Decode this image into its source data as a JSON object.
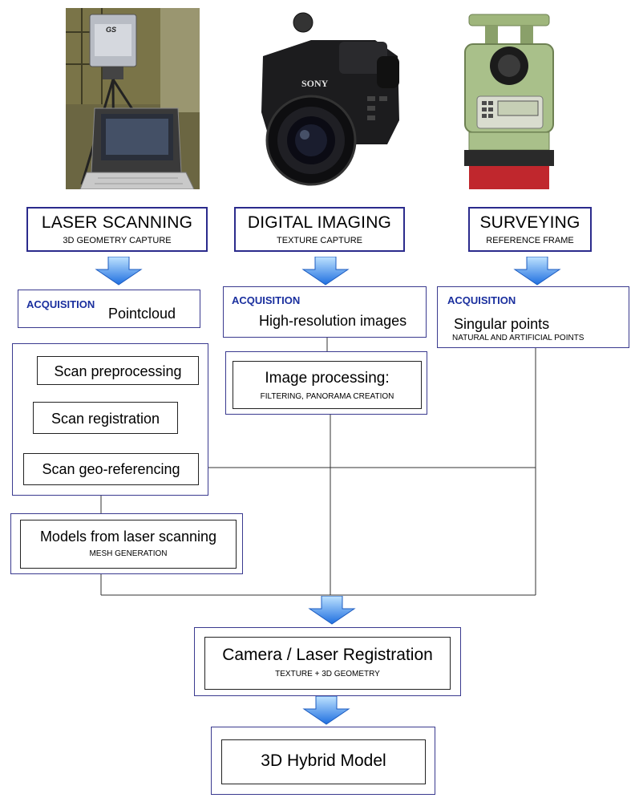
{
  "columns": {
    "laser": {
      "title": "LASER SCANNING",
      "subtitle": "3D GEOMETRY CAPTURE",
      "acquisition_label": "ACQUISITION",
      "acquisition_value": "Pointcloud",
      "steps": [
        "Scan preprocessing",
        "Scan registration",
        "Scan geo-referencing"
      ],
      "model_title": "Models from laser scanning",
      "model_sub": "MESH GENERATION"
    },
    "imaging": {
      "title": "DIGITAL IMAGING",
      "subtitle": "TEXTURE CAPTURE",
      "acquisition_label": "ACQUISITION",
      "acquisition_value": "High-resolution images",
      "process_title": "Image processing:",
      "process_sub": "FILTERING, PANORAMA CREATION"
    },
    "surveying": {
      "title": "SURVEYING",
      "subtitle": "REFERENCE FRAME",
      "acquisition_label": "ACQUISITION",
      "acquisition_value": "Singular points",
      "acquisition_sub": "NATURAL AND ARTIFICIAL POINTS"
    }
  },
  "registration": {
    "title": "Camera / Laser Registration",
    "sub": "TEXTURE + 3D GEOMETRY"
  },
  "final": {
    "title": "3D Hybrid Model"
  },
  "colors": {
    "box_border": "#2b2b8c",
    "acquisition_text": "#1a2f9e",
    "arrow_top": "#bfe3ff",
    "arrow_bottom": "#1f6fe0"
  },
  "icons": [
    "laser-scanner-photo",
    "digital-camera-photo",
    "total-station-photo",
    "down-arrow-icon"
  ]
}
